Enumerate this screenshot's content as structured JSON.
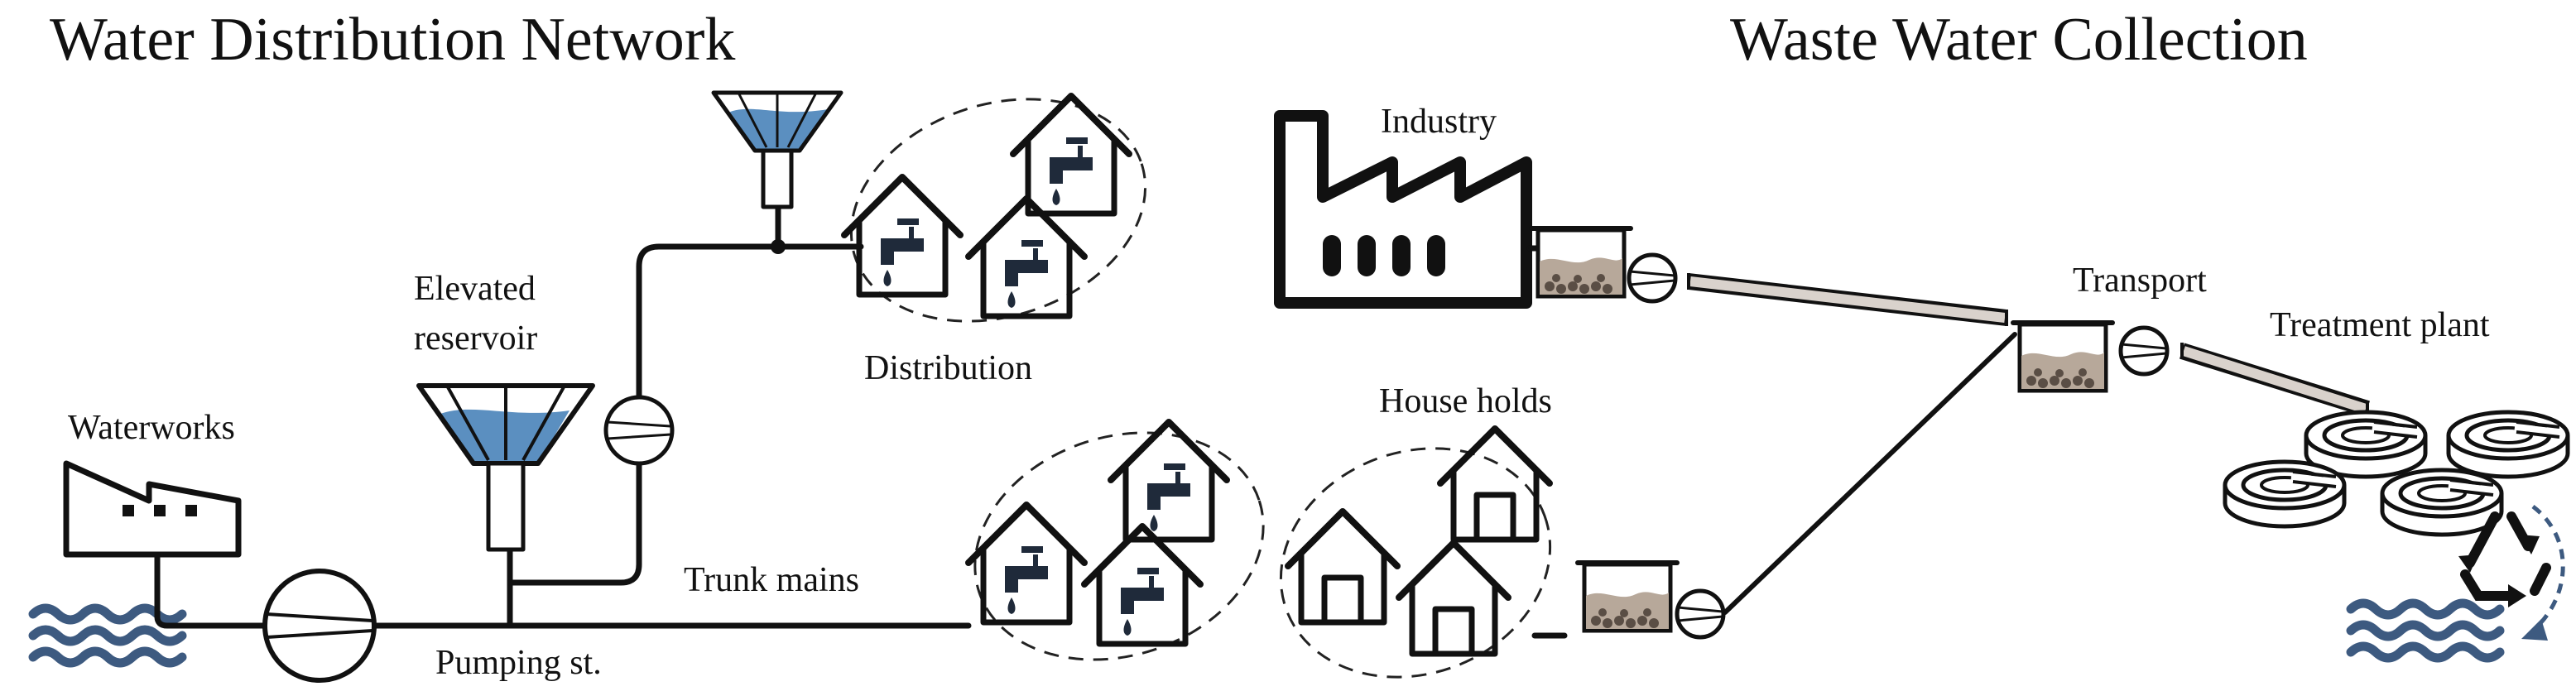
{
  "diagram": {
    "left_title": "Water Distribution Network",
    "right_title": "Waste Water Collection",
    "labels": {
      "waterworks": "Waterworks",
      "pumping_station": "Pumping st.",
      "elevated_reservoir_line1": "Elevated",
      "elevated_reservoir_line2": "reservoir",
      "trunk_mains": "Trunk mains",
      "distribution": "Distribution",
      "industry": "Industry",
      "house_holds": "House holds",
      "transport": "Transport",
      "treatment_plant": "Treatment plant"
    },
    "icons": {
      "factory": "factory-icon",
      "pump": "pump-icon",
      "reservoir": "water-tower-icon",
      "house_with_tap": "house-tap-icon",
      "house": "house-icon",
      "sewage_tank": "sewage-tank-icon",
      "pipe": "sewer-pipe-icon",
      "settling_basin": "settling-basin-icon",
      "recycle": "recycle-icon",
      "water_waves": "water-waves-icon"
    },
    "colors": {
      "water": "#5b8fc0",
      "waves": "#3d5a80",
      "sludge": "#b7a89a",
      "line": "#111111"
    }
  }
}
